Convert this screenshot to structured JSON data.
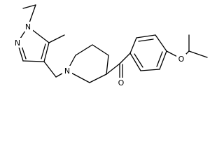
{
  "molecule": {
    "atoms": [
      {
        "id": "n1",
        "symbol": "N"
      },
      {
        "id": "n2",
        "symbol": "N"
      },
      {
        "id": "n_pip",
        "symbol": "N"
      },
      {
        "id": "o_ketone",
        "symbol": "O"
      },
      {
        "id": "o_ether",
        "symbol": "O"
      }
    ]
  },
  "colors": {
    "bond": "#000000",
    "background": "#ffffff",
    "label": "#000000"
  }
}
